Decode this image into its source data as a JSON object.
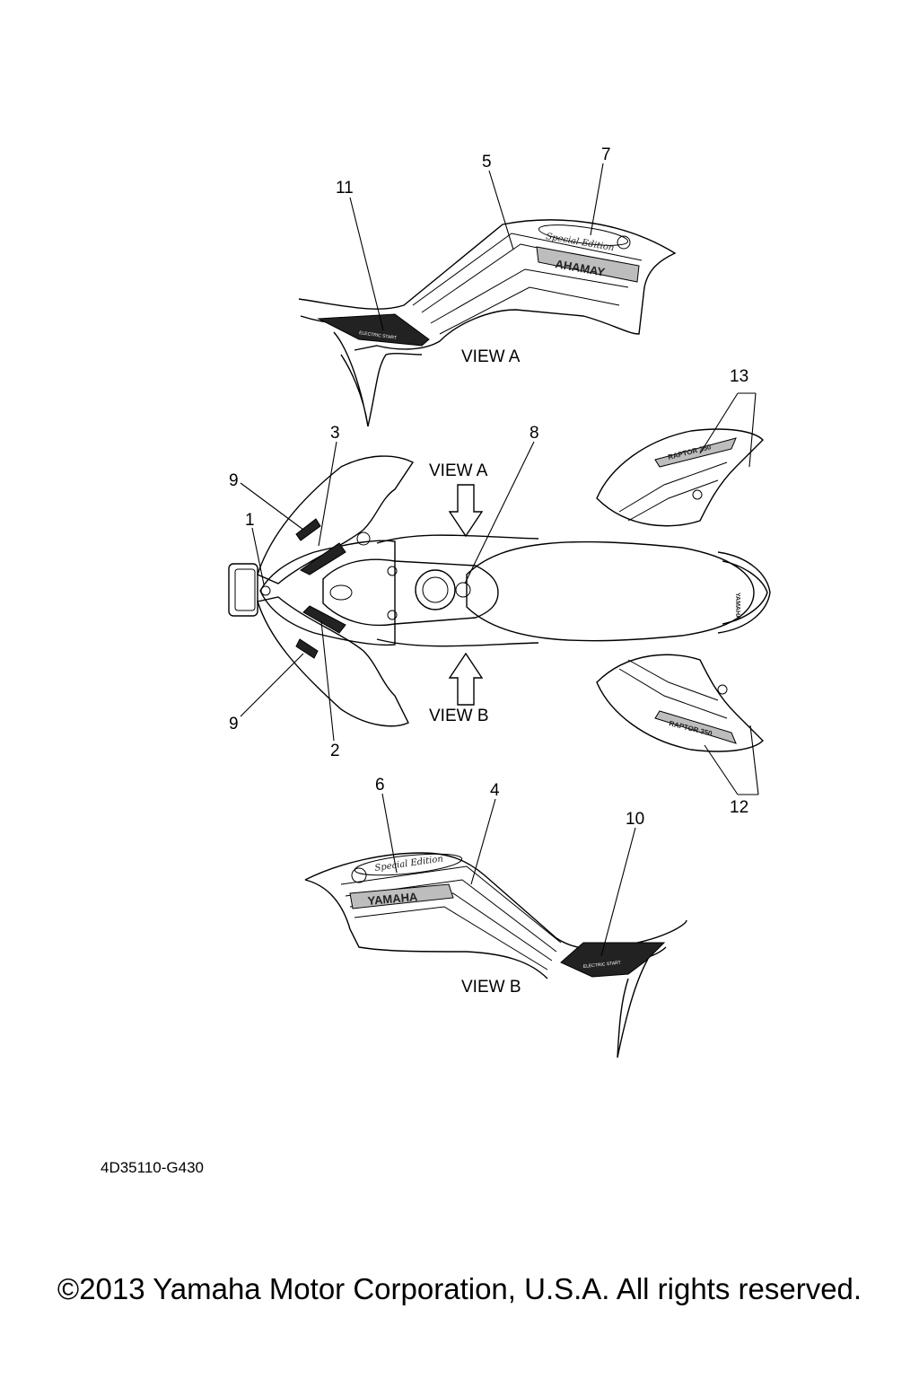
{
  "callouts": {
    "c1": "1",
    "c2": "2",
    "c3": "3",
    "c4": "4",
    "c5": "5",
    "c6": "6",
    "c7": "7",
    "c8": "8",
    "c9a": "9",
    "c9b": "9",
    "c10": "10",
    "c11": "11",
    "c12": "12",
    "c13": "13"
  },
  "views": {
    "view_a_top": "VIEW A",
    "view_a_arrow": "VIEW A",
    "view_b_arrow": "VIEW B",
    "view_b_bottom": "VIEW B"
  },
  "decals": {
    "brand_mirrored": "AHAMAY",
    "brand": "YAMAHA",
    "special_edition": "Special Edition",
    "electric_start": "ELECTRIC START",
    "model": "RAPTOR 350"
  },
  "part_code": "4D35110-G430",
  "copyright": "©2013 Yamaha Motor Corporation, U.S.A. All rights reserved."
}
